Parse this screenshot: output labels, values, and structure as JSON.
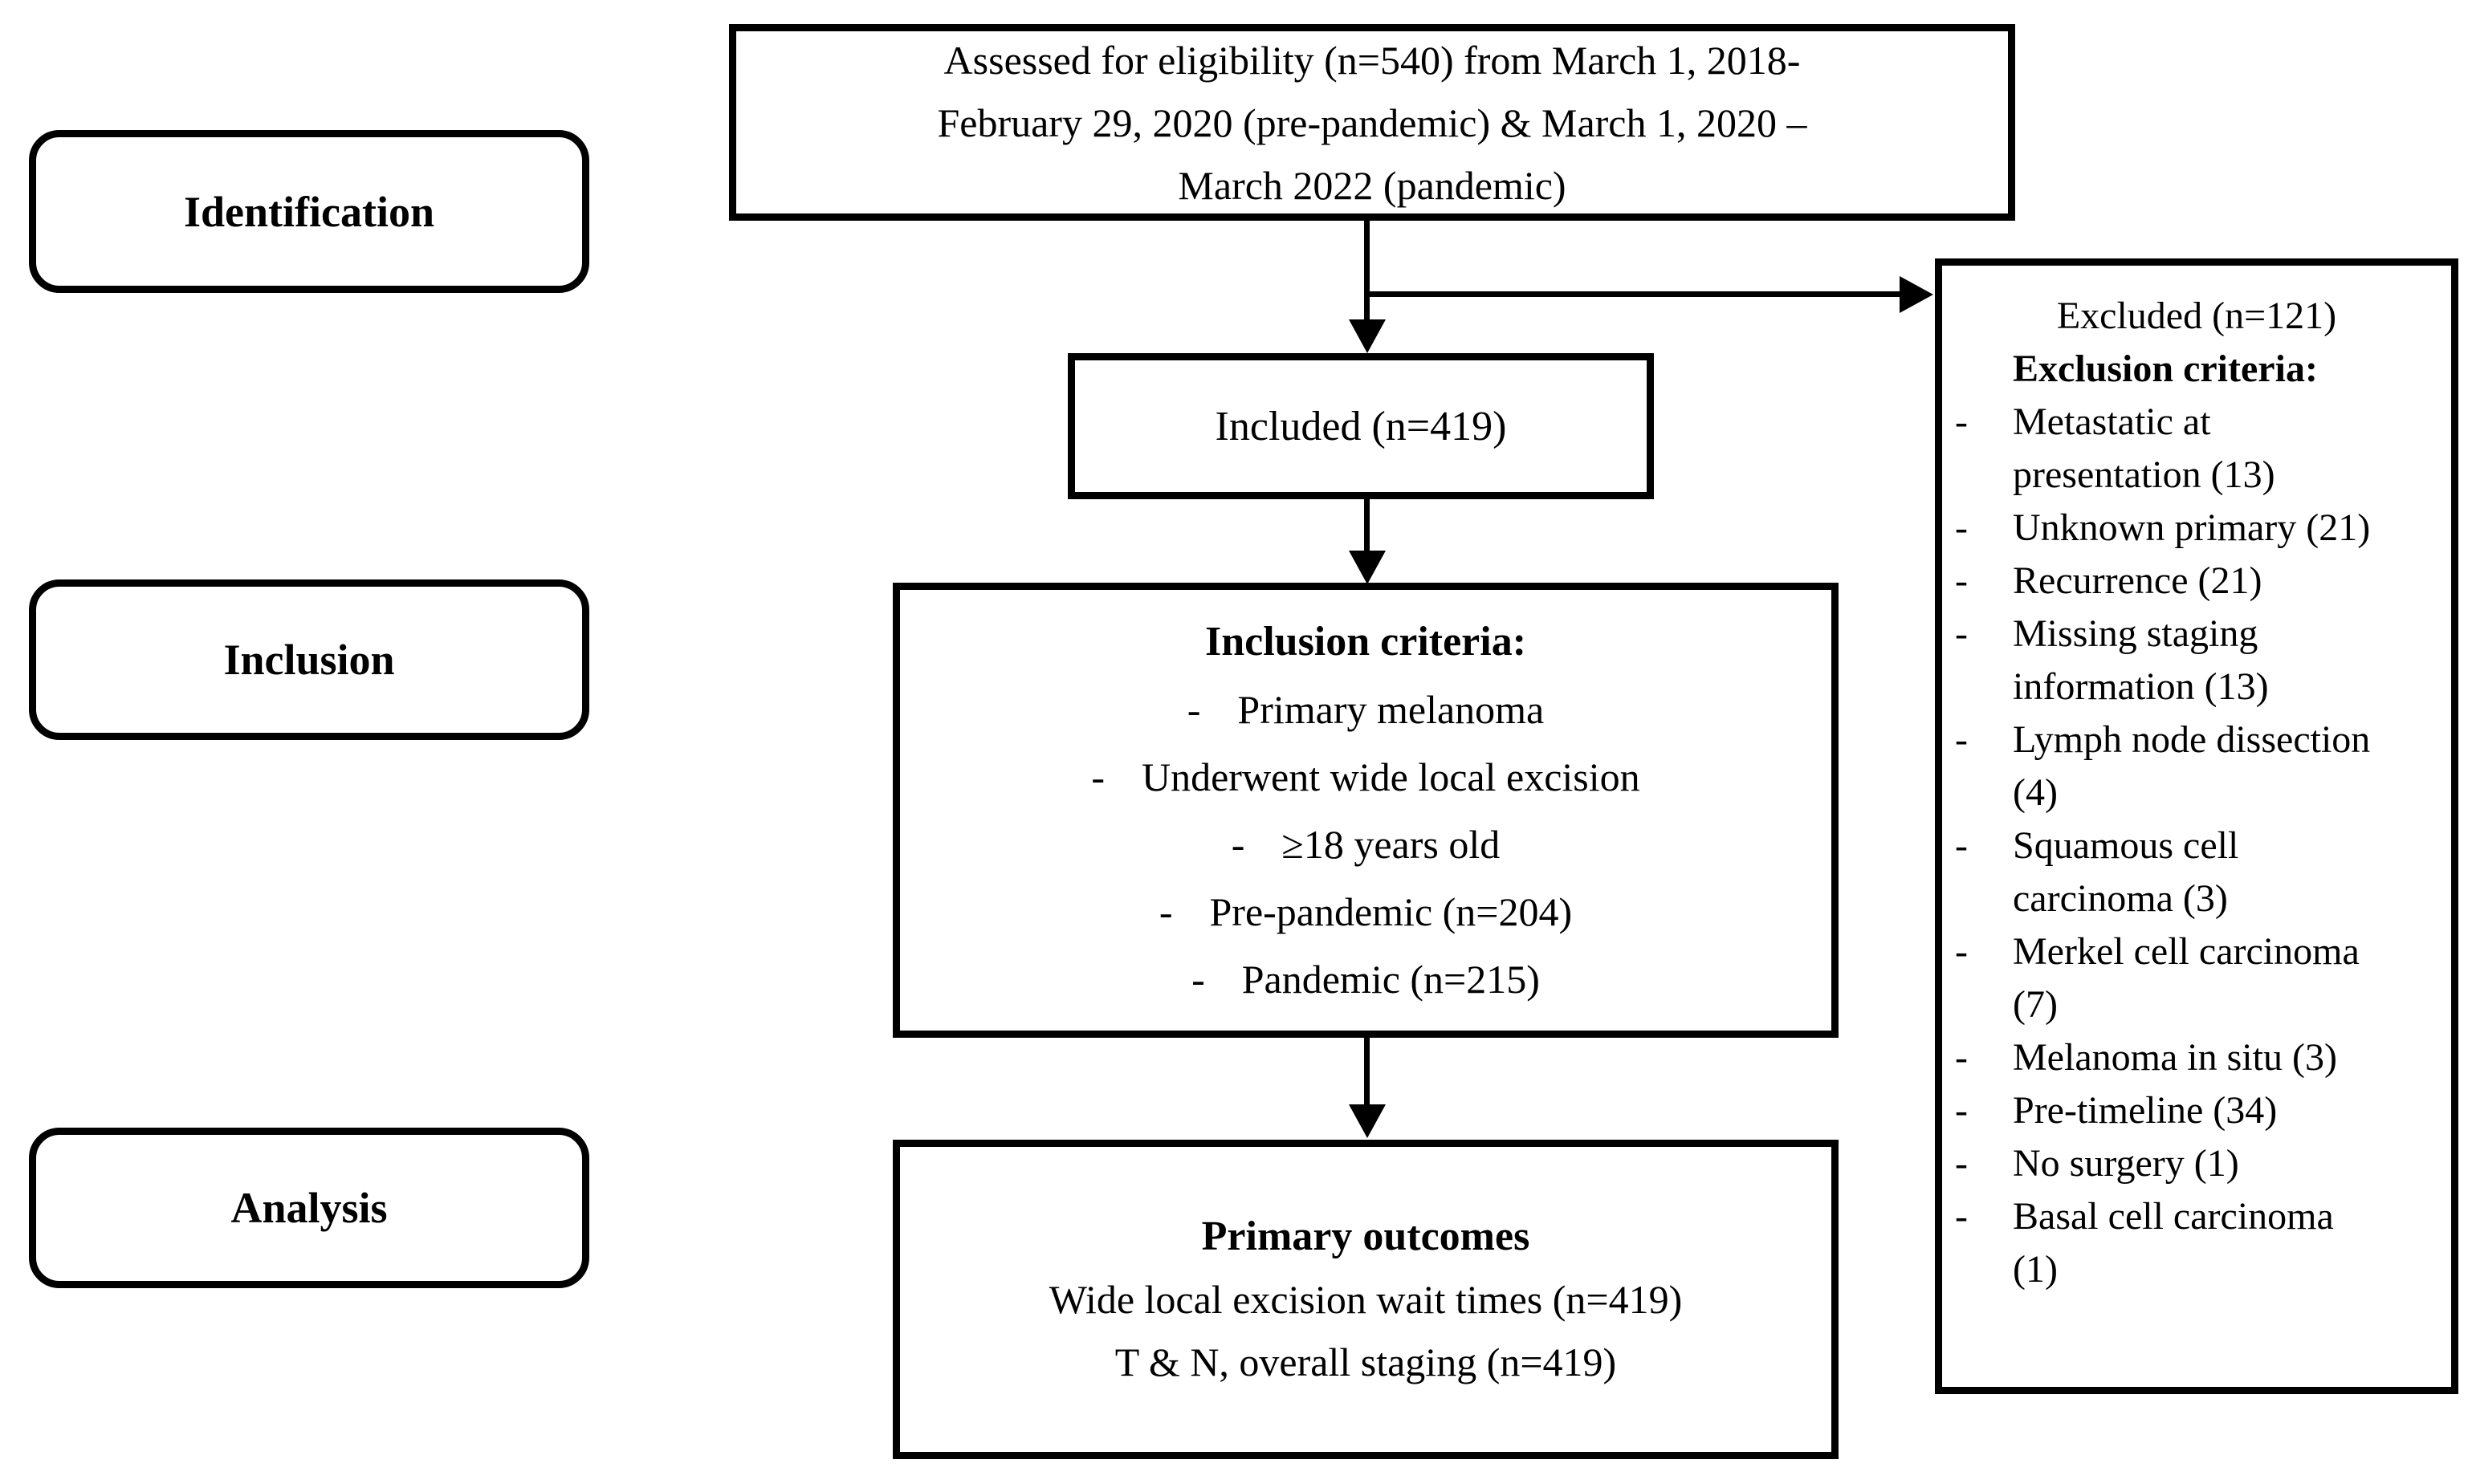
{
  "colors": {
    "ink": "#000000",
    "paper": "#ffffff"
  },
  "marks": {
    "bullet": "-"
  },
  "stages": {
    "identification": "Identification",
    "inclusion": "Inclusion",
    "analysis": "Analysis"
  },
  "assessed": {
    "lines": [
      "Assessed for eligibility (n=540) from March 1, 2018-",
      "February 29, 2020 (pre-pandemic) & March 1, 2020 –",
      "March 2022 (pandemic)"
    ]
  },
  "included": {
    "label": "Included (n=419)"
  },
  "inclusion_criteria": {
    "title": "Inclusion criteria:",
    "items": [
      "Primary melanoma",
      "Underwent wide local excision",
      "≥18 years old",
      "Pre-pandemic (n=204)",
      "Pandemic (n=215)"
    ]
  },
  "outcomes": {
    "title": "Primary outcomes",
    "lines": [
      "Wide local excision wait times (n=419)",
      "T & N, overall staging (n=419)"
    ]
  },
  "excluded": {
    "title": "Excluded (n=121)",
    "subtitle": "Exclusion criteria:",
    "items": [
      {
        "lines": [
          "Metastatic at",
          "presentation (13)"
        ]
      },
      {
        "lines": [
          "Unknown primary (21)"
        ]
      },
      {
        "lines": [
          "Recurrence (21)"
        ]
      },
      {
        "lines": [
          "Missing staging",
          "information (13)"
        ]
      },
      {
        "lines": [
          "Lymph node dissection",
          "(4)"
        ]
      },
      {
        "lines": [
          "Squamous cell",
          "carcinoma (3)"
        ]
      },
      {
        "lines": [
          "Merkel cell carcinoma",
          "(7)"
        ]
      },
      {
        "lines": [
          "Melanoma in situ (3)"
        ]
      },
      {
        "lines": [
          "Pre-timeline (34)"
        ]
      },
      {
        "lines": [
          "No surgery (1)"
        ]
      },
      {
        "lines": [
          "Basal cell carcinoma",
          "(1)"
        ]
      }
    ]
  }
}
